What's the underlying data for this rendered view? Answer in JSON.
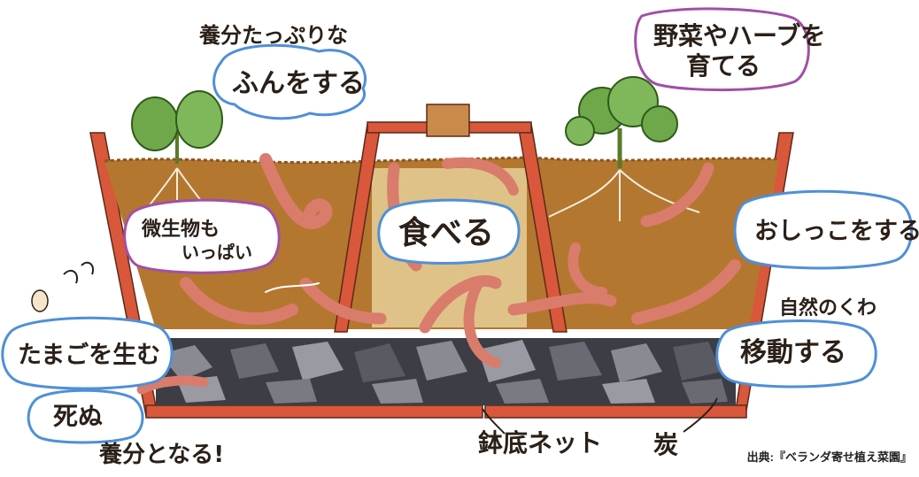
{
  "labels": {
    "nutritious": "養分たっぷりな",
    "droppings": "ふんをする",
    "vegetables_line1": "野菜やハーブを",
    "vegetables_line2": "育てる",
    "microbes_line1": "微生物も",
    "microbes_line2": "いっぱい",
    "eat": "食べる",
    "urinate": "おしっこをする",
    "lay_eggs": "たまごを生む",
    "die": "死ぬ",
    "become_nutrients": "養分となる!",
    "nature_cycle": "自然のくわ",
    "move": "移動する",
    "pot_net": "鉢底ネット",
    "charcoal": "炭"
  },
  "credit": "出典:『ベランダ寄せ植え菜園』",
  "colors": {
    "soil": "#b4772f",
    "soil_dark": "#8a5521",
    "pot": "#d9573a",
    "worm": "#d97c6c",
    "charcoal": "#4a4a52",
    "leaf": "#6fa84a",
    "bubble_blue": "#4f8fd8",
    "bubble_purple": "#a050a8"
  }
}
